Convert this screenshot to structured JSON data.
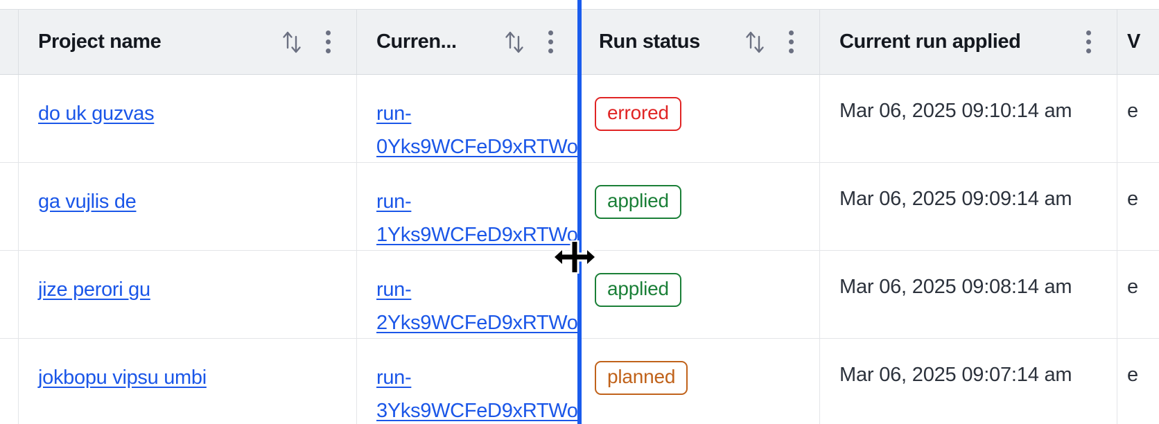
{
  "table": {
    "columns": [
      {
        "key": "select",
        "label": "",
        "sortable": false,
        "menu": false
      },
      {
        "key": "project_name",
        "label": "Project name",
        "sortable": true,
        "menu": true,
        "sort_icon": "sort-icon",
        "menu_icon": "kebab-menu-icon"
      },
      {
        "key": "current_run",
        "label": "Curren...",
        "sortable": true,
        "menu": true,
        "sort_icon": "sort-icon",
        "menu_icon": "kebab-menu-icon"
      },
      {
        "key": "run_status",
        "label": "Run status",
        "sortable": true,
        "menu": true,
        "sort_icon": "sort-icon",
        "menu_icon": "kebab-menu-icon"
      },
      {
        "key": "current_run_applied",
        "label": "Current run applied",
        "sortable": false,
        "menu": true,
        "menu_icon": "kebab-menu-icon"
      },
      {
        "key": "next_partial",
        "label": "V",
        "sortable": false,
        "menu": false
      }
    ],
    "rows": [
      {
        "project_name": "do uk guzvas",
        "current_run": "run-0Yks9WCFeD9xRTWo",
        "run_status": "errored",
        "run_status_color": "#e02424",
        "current_run_applied": "Mar 06, 2025 09:10:14 am",
        "next_partial": "e"
      },
      {
        "project_name": "ga vujlis de",
        "current_run": "run-1Yks9WCFeD9xRTWo",
        "run_status": "applied",
        "run_status_color": "#1a7f37",
        "current_run_applied": "Mar 06, 2025 09:09:14 am",
        "next_partial": "e"
      },
      {
        "project_name": "jize perori gu",
        "current_run": "run-2Yks9WCFeD9xRTWo",
        "run_status": "applied",
        "run_status_color": "#1a7f37",
        "current_run_applied": "Mar 06, 2025 09:08:14 am",
        "next_partial": "e"
      },
      {
        "project_name": "jokbopu vipsu umbi",
        "current_run": "run-3Yks9WCFeD9xRTWo",
        "run_status": "planned",
        "run_status_color": "#c0621a",
        "current_run_applied": "Mar 06, 2025 09:07:14 am",
        "next_partial": "e"
      }
    ]
  },
  "interaction": {
    "column_resize_indicator_color": "#1a5ced",
    "cursor": "col-resize"
  },
  "colors": {
    "link": "#1a56e8",
    "header_bg": "#eff1f3",
    "border": "#dcdfe3",
    "text": "#14181f",
    "status_errored": "#e02424",
    "status_applied": "#1a7f37",
    "status_planned": "#c0621a"
  }
}
